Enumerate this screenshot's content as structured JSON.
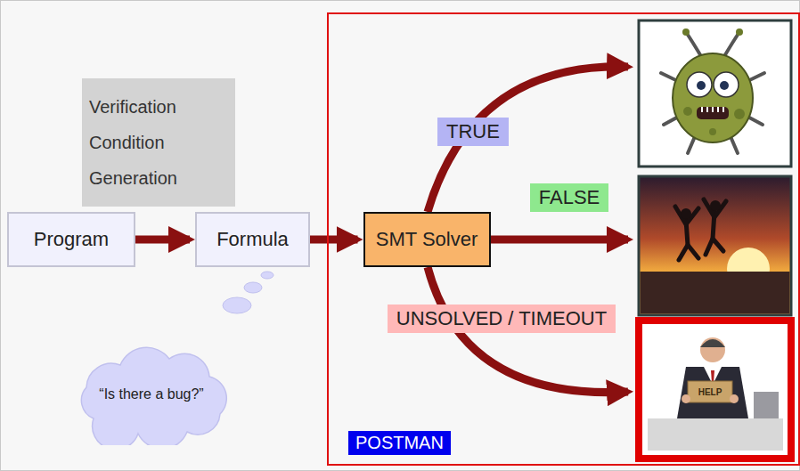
{
  "diagram": {
    "nodes": [
      {
        "text": [
          "Program"
        ]
      },
      {
        "text": [
          "Formula"
        ]
      },
      {
        "text": [
          "POSTMAN"
        ]
      },
      {
        "text": [
          "SMT Solver"
        ],
        "in": 2
      },
      {
        "text": [
          "“Is there a bug?”"
        ]
      }
    ],
    "edges": [
      {
        "from": 0,
        "to": 1,
        "arrow": "to",
        "label": "Verification Condition Generation"
      },
      {
        "from": 1,
        "to": 3,
        "arrow": "to"
      }
    ],
    "labels": [
      "TRUE",
      "FALSE",
      "UNSOLVED / TIMEOUT",
      "HELP"
    ]
  }
}
